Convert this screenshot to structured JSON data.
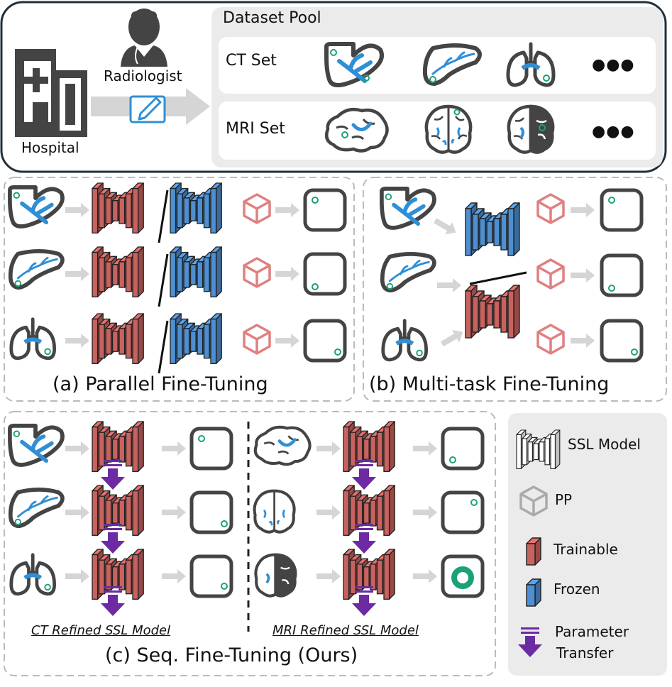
{
  "top": {
    "dataset_pool_title": "Dataset Pool",
    "ct_set_label": "CT Set",
    "mri_set_label": "MRI Set",
    "hospital_label": "Hospital",
    "radiologist_label": "Radiologist",
    "ellipsis": "●●●"
  },
  "panels": {
    "a_caption": "(a) Parallel Fine-Tuning",
    "b_caption": "(b) Multi-task Fine-Tuning",
    "c_caption": "(c) Seq. Fine-Tuning (Ours)",
    "ct_refined": "CT Refined SSL Model",
    "mri_refined": "MRI Refined SSL Model"
  },
  "legend": {
    "ssl_model": "SSL Model",
    "pp": "PP",
    "trainable": "Trainable",
    "frozen": "Frozen",
    "parameter_transfer_line1": "Parameter",
    "parameter_transfer_line2": "Transfer"
  },
  "colors": {
    "trainable_red": "#c8625f",
    "frozen_blue": "#4d8fd1",
    "transfer_purple": "#6c2aa3",
    "organ_stroke": "#444444",
    "vessel_blue": "#2f8fd6",
    "marker_green": "#1aa179",
    "pp_red": "#e08080",
    "arrow_gray": "#d5d5d5"
  }
}
